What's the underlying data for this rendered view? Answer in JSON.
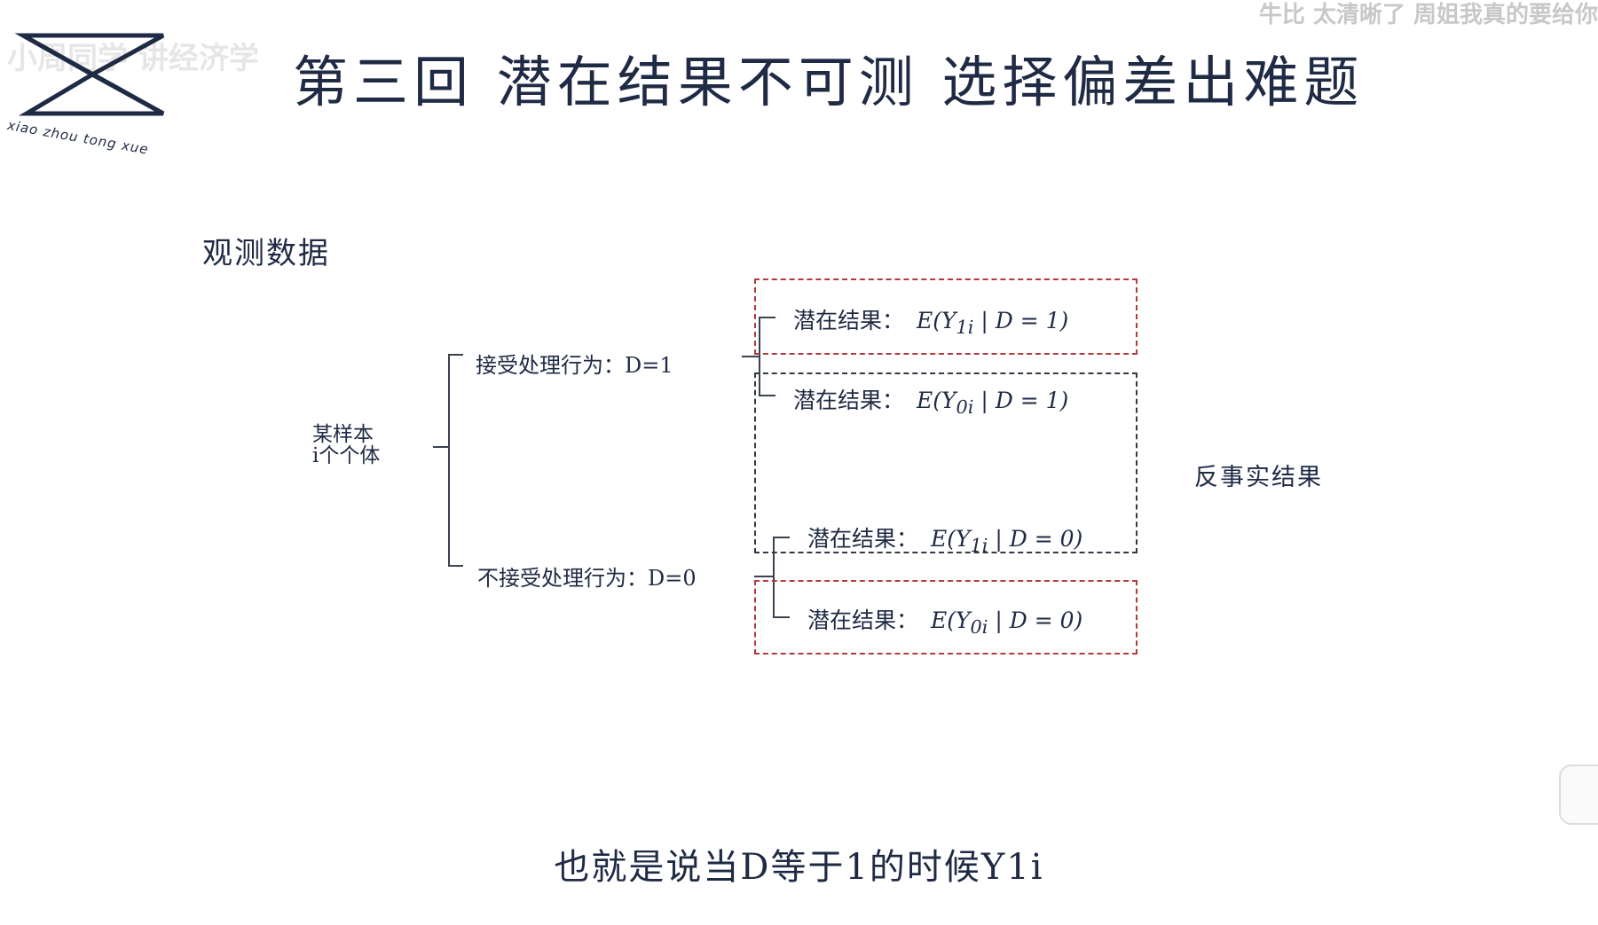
{
  "watermark": {
    "left": "小周同学 讲经济学",
    "right": "牛比 太清晰了 周姐我真的要给你"
  },
  "logo": {
    "text": "xiao zhou tong xue"
  },
  "page_title": "第三回  潜在结果不可测   选择偏差出难题",
  "diagram": {
    "section_label": "观测数据",
    "root": {
      "line1": "某样本",
      "line2": "i个个体"
    },
    "treated_branch": "接受处理行为：D=1",
    "untreated_branch": "不接受处理行为：D=0",
    "outcomes": [
      {
        "prefix": "潜在结果：",
        "base": "E(Y",
        "sub": "1i",
        "cond": " | D = 1)"
      },
      {
        "prefix": "潜在结果：",
        "base": "E(Y",
        "sub": "0i",
        "cond": " | D = 1)"
      },
      {
        "prefix": "潜在结果：",
        "base": "E(Y",
        "sub": "1i",
        "cond": " | D = 0)"
      },
      {
        "prefix": "潜在结果：",
        "base": "E(Y",
        "sub": "0i",
        "cond": " | D = 0)"
      }
    ],
    "counterfactual_label": "反事实结果"
  },
  "subtitle": "也就是说当D等于1的时候Y1i",
  "colors": {
    "ink": "#1f2a44",
    "observed_box": "#b23a3a",
    "counterfactual_box": "#333a44"
  }
}
